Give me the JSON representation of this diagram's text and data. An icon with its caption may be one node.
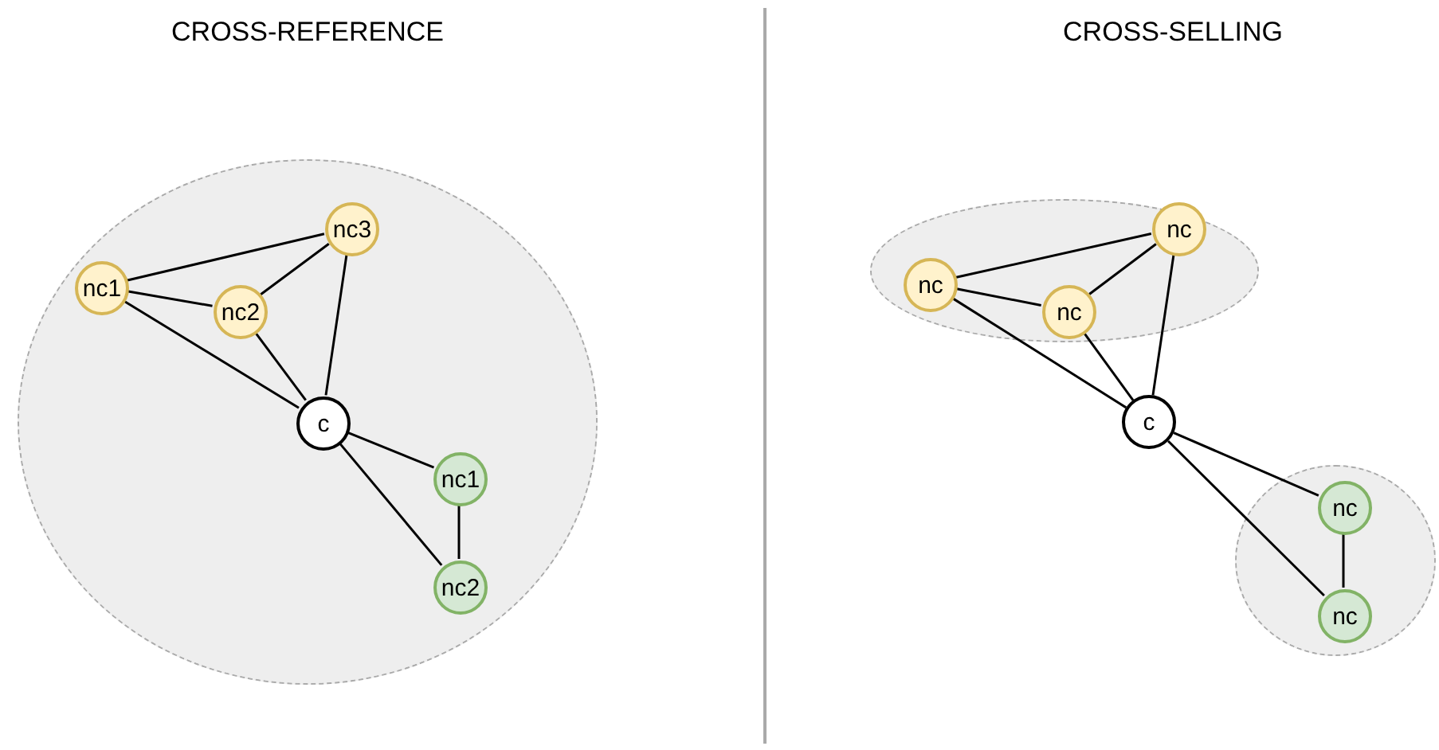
{
  "diagram": {
    "nodes": [
      {
        "text": [],
        "shape": "ellipse"
      },
      {
        "text": [
          "nc1"
        ],
        "in": 0
      },
      {
        "text": [
          "nc3"
        ],
        "in": 0
      },
      {
        "text": [
          "nc2"
        ],
        "in": 0
      },
      {
        "text": [
          "c"
        ],
        "in": 0
      },
      {
        "text": [
          "nc1"
        ],
        "in": 0
      },
      {
        "text": [
          "nc2"
        ],
        "in": 0
      },
      {
        "text": [],
        "shape": "ellipse"
      },
      {
        "text": [
          "nc"
        ],
        "in": 7
      },
      {
        "text": [
          "nc"
        ],
        "in": 7
      },
      {
        "text": [
          "nc"
        ],
        "in": 7
      },
      {
        "text": [
          "c"
        ]
      },
      {
        "text": [],
        "shape": "ellipse"
      },
      {
        "text": [
          "nc"
        ],
        "in": 12
      },
      {
        "text": [
          "nc"
        ],
        "in": 12
      }
    ],
    "edges": [
      {
        "from": 1,
        "to": 2,
        "arrow": "none"
      },
      {
        "from": 1,
        "to": 3,
        "arrow": "none"
      },
      {
        "from": 1,
        "to": 4,
        "arrow": "none"
      },
      {
        "from": 3,
        "to": 2,
        "arrow": "none"
      },
      {
        "from": 3,
        "to": 4,
        "arrow": "none"
      },
      {
        "from": 2,
        "to": 4,
        "arrow": "none"
      },
      {
        "from": 4,
        "to": 5,
        "arrow": "none"
      },
      {
        "from": 4,
        "to": 6,
        "arrow": "none"
      },
      {
        "from": 5,
        "to": 6,
        "arrow": "none"
      },
      {
        "from": 8,
        "to": 9,
        "arrow": "none"
      },
      {
        "from": 8,
        "to": 10,
        "arrow": "none"
      },
      {
        "from": 8,
        "to": 11,
        "arrow": "none"
      },
      {
        "from": 10,
        "to": 9,
        "arrow": "none"
      },
      {
        "from": 10,
        "to": 11,
        "arrow": "none"
      },
      {
        "from": 9,
        "to": 11,
        "arrow": "none"
      },
      {
        "from": 11,
        "to": 13,
        "arrow": "none"
      },
      {
        "from": 11,
        "to": 14,
        "arrow": "none"
      },
      {
        "from": 13,
        "to": 14,
        "arrow": "none"
      }
    ],
    "labels": [
      "CROSS-REFERENCE",
      "CROSS-SELLING"
    ]
  }
}
